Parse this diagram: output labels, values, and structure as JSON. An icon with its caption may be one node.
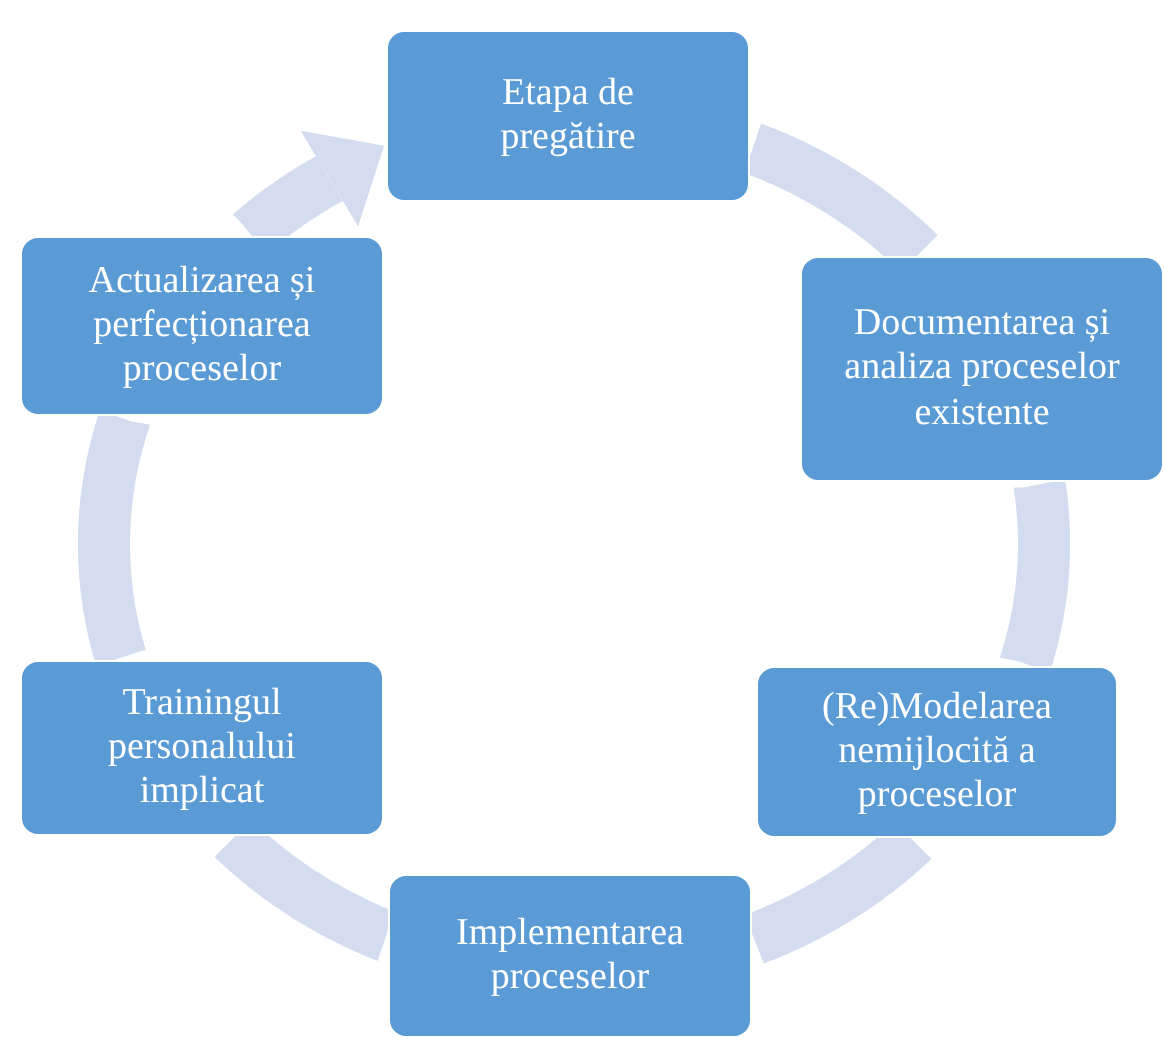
{
  "diagram": {
    "nodes": [
      {
        "text": [
          "Etapa de pregătire"
        ]
      },
      {
        "text": [
          "Documentarea și analiza proceselor existente"
        ]
      },
      {
        "text": [
          "(Re)Modelarea nemijlocită a proceselor"
        ]
      },
      {
        "text": [
          "Implementarea proceselor"
        ]
      },
      {
        "text": [
          "Trainingul personalului implicat"
        ]
      },
      {
        "text": [
          "Actualizarea și perfecționarea proceselor"
        ]
      }
    ],
    "edges": [
      {
        "from": 0,
        "to": 1,
        "arrow": "none"
      },
      {
        "from": 1,
        "to": 2,
        "arrow": "none"
      },
      {
        "from": 2,
        "to": 3,
        "arrow": "none"
      },
      {
        "from": 3,
        "to": 4,
        "arrow": "none"
      },
      {
        "from": 4,
        "to": 5,
        "arrow": "none"
      },
      {
        "from": 5,
        "to": 0,
        "arrow": "to"
      }
    ]
  }
}
